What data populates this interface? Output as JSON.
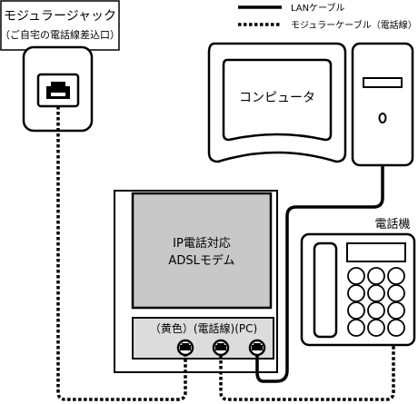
{
  "legend": {
    "lan_label": "LANケーブル",
    "modular_label": "モジュラーケーブル（電話線）"
  },
  "modular_jack": {
    "title": "モジュラージャック",
    "subtitle": "（ご自宅の電話線差込口）"
  },
  "computer": {
    "label": "コンピュータ"
  },
  "modem": {
    "line1": "IP電話対応",
    "line2": "ADSLモデム",
    "ports_label": "（黄色）(電話線)(PC)"
  },
  "telephone": {
    "label": "電話機"
  }
}
